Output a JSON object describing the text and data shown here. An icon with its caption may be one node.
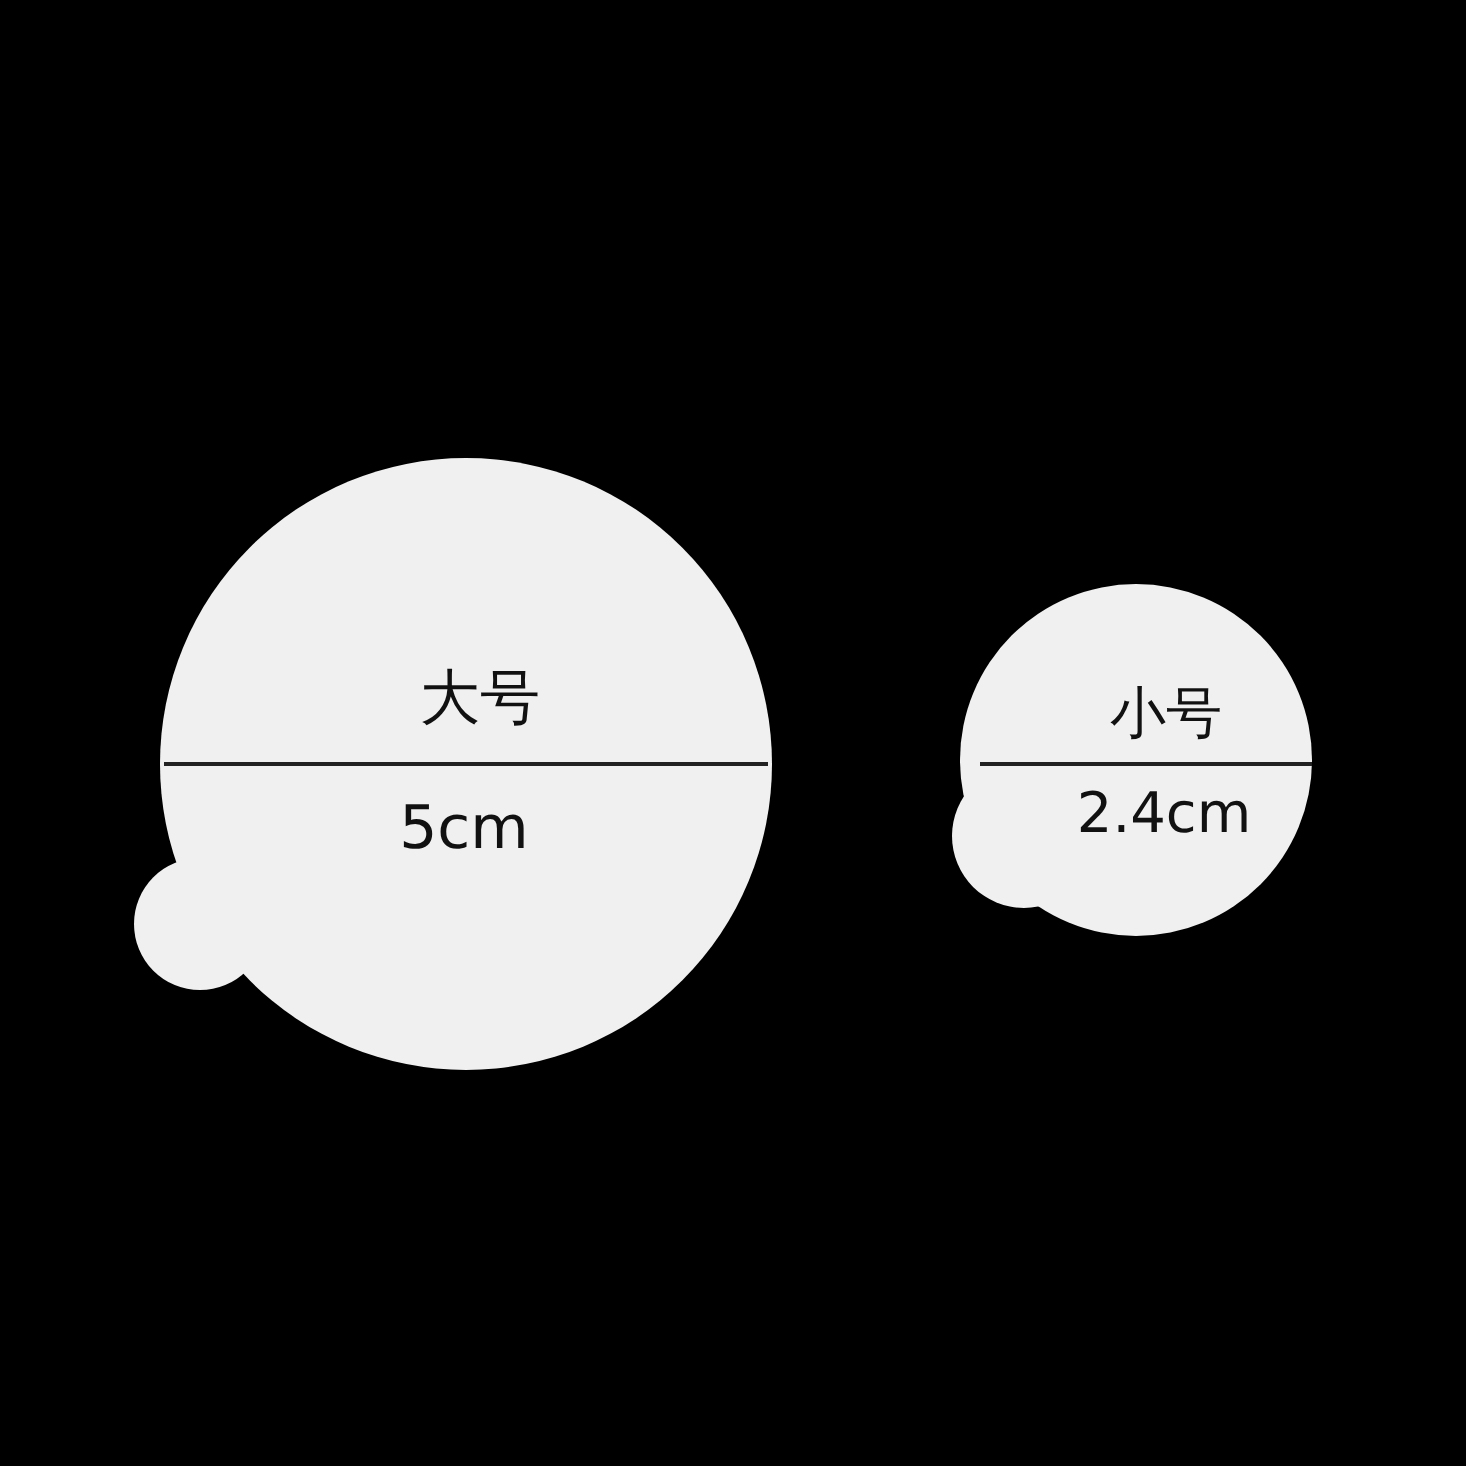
{
  "diagram": {
    "nodes": [
      {
        "text": [
          "大号",
          "5cm"
        ]
      },
      {
        "text": [
          "小号",
          "2.4cm"
        ]
      }
    ]
  }
}
